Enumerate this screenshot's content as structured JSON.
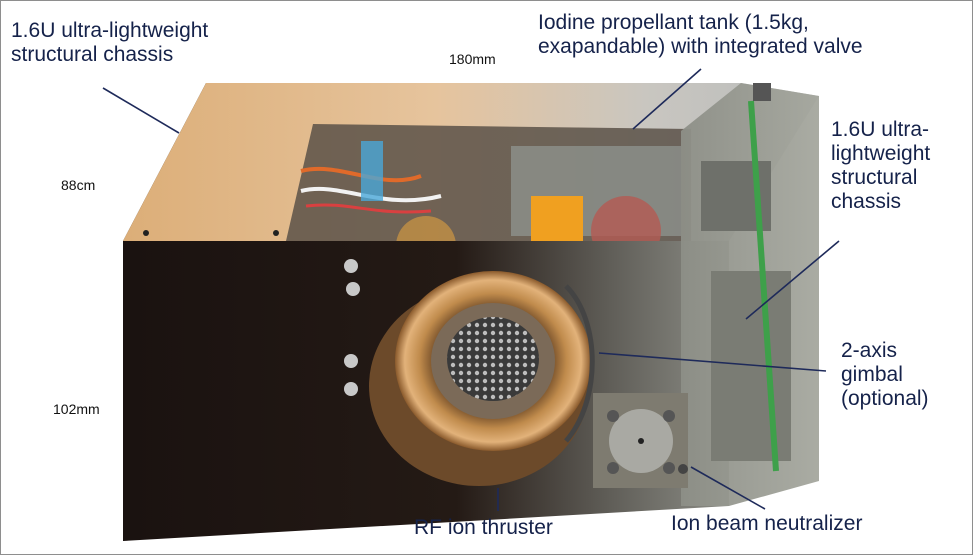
{
  "labels": {
    "chassis_left": "1.6U ultra-lightweight\nstructural chassis",
    "iodine_tank": "Iodine propellant tank (1.5kg,\nexapandable) with integrated valve",
    "chassis_right": "1.6U ultra-\nlightweight\nstructural\nchassis",
    "gimbal": "2-axis\ngimbal\n(optional)",
    "rf_thruster": "RF ion thruster",
    "neutralizer": "Ion beam neutralizer"
  },
  "dimensions": {
    "length": "180mm",
    "depth": "88cm",
    "height": "102mm"
  },
  "colors": {
    "label_text": "#15224a",
    "leader_line": "#1e2a5a",
    "chassis_gold": "#d7a770",
    "chassis_dark": "#1c1411"
  }
}
